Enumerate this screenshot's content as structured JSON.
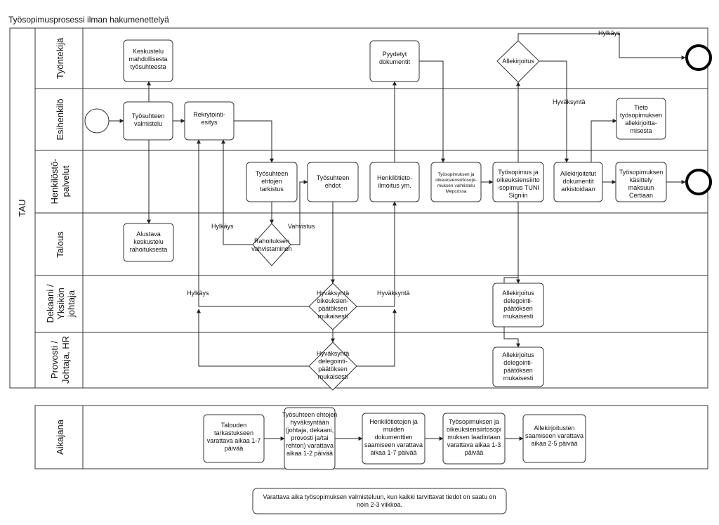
{
  "title": "Työsopimusprosessi ilman hakumenettelyä",
  "pool_label": "TAU",
  "lanes": [
    "Työntekijä",
    "Esihenkilö",
    "Henkilöstö-palvelut",
    "Talous",
    "Dekaani / Yksikön johtaja",
    "Provosti / Johtaja, HR"
  ],
  "timeline_label": "Aikajana",
  "nodes": {
    "keskustelu": "Keskustelu mahdollisesta työsuhteesta",
    "pyydetyt": "Pyydetyt dokumentit",
    "allekirjoitus_gw": "Allekirjoitus",
    "valmistelu": "Työsuhteen valmistelu",
    "rekrytointi": "Rekrytointi-esitys",
    "tieto": "Tieto työsopimuksen allekirjoitta-misesta",
    "tarkistus": "Työsuhteen ehtojen tarkistus",
    "ehdot": "Työsuhteen ehdot",
    "henkilotieto": "Henkilötieto-ilmoitus ym.",
    "mepco": "Työsopimuksen ja oikeuksiensiirtosopi-muksen valmistelu Mepcossa",
    "tuni": "Työsopimus ja oikeuksiensiirto -sopimus TUNI Signiin",
    "arkistointi": "Allekirjoitetut dokumentit arkistoidaan",
    "certia": "Työsopimuksen käsittely maksuun Certiaan",
    "alustava": "Alustava keskustelu rahoituksesta",
    "rahoitus_gw": "Rahoituksen vahvistaminen",
    "dekaani_gw": "Hyväksyntä oikeuksien-päätöksen mukaisesti",
    "dekaani_sign": "Allekirjoitus delegointi-päätöksen mukaisesti",
    "provosti_gw": "Hyväksyntä delegointi-päätöksen mukaisesti",
    "provosti_sign": "Allekirjoitus delegointi-päätöksen mukaisesti"
  },
  "edge_labels": {
    "hylkays": "Hylkäys",
    "hyvaksynta": "Hyväksyntä",
    "vahvistus": "Vahvistus"
  },
  "timeline": [
    "Talouden tarkastukseen varattava aikaa 1-7 päivää",
    "Työsuhteen ehtojen hyväksyntään (johtaja, dekaani, provosti ja/tai rehtori) varattava aikaa 1-2 päivää",
    "Henkilötietojen ja muiden dokumenttien saamiseen varattava aikaa 1-7 päivää",
    "Työsopimuksen ja oikeuksiensiirtosopi muksen laadintaan varattava aikaa 1-3 päivää",
    "Allekirjoitusten saamiseen varattava aikaa 2-5 päivää"
  ],
  "note": "Varattava aika työsopimuksen valmisteluun, kun kaikki tarvittavat tiedot on saatu on noin 2-3 viikkoa."
}
